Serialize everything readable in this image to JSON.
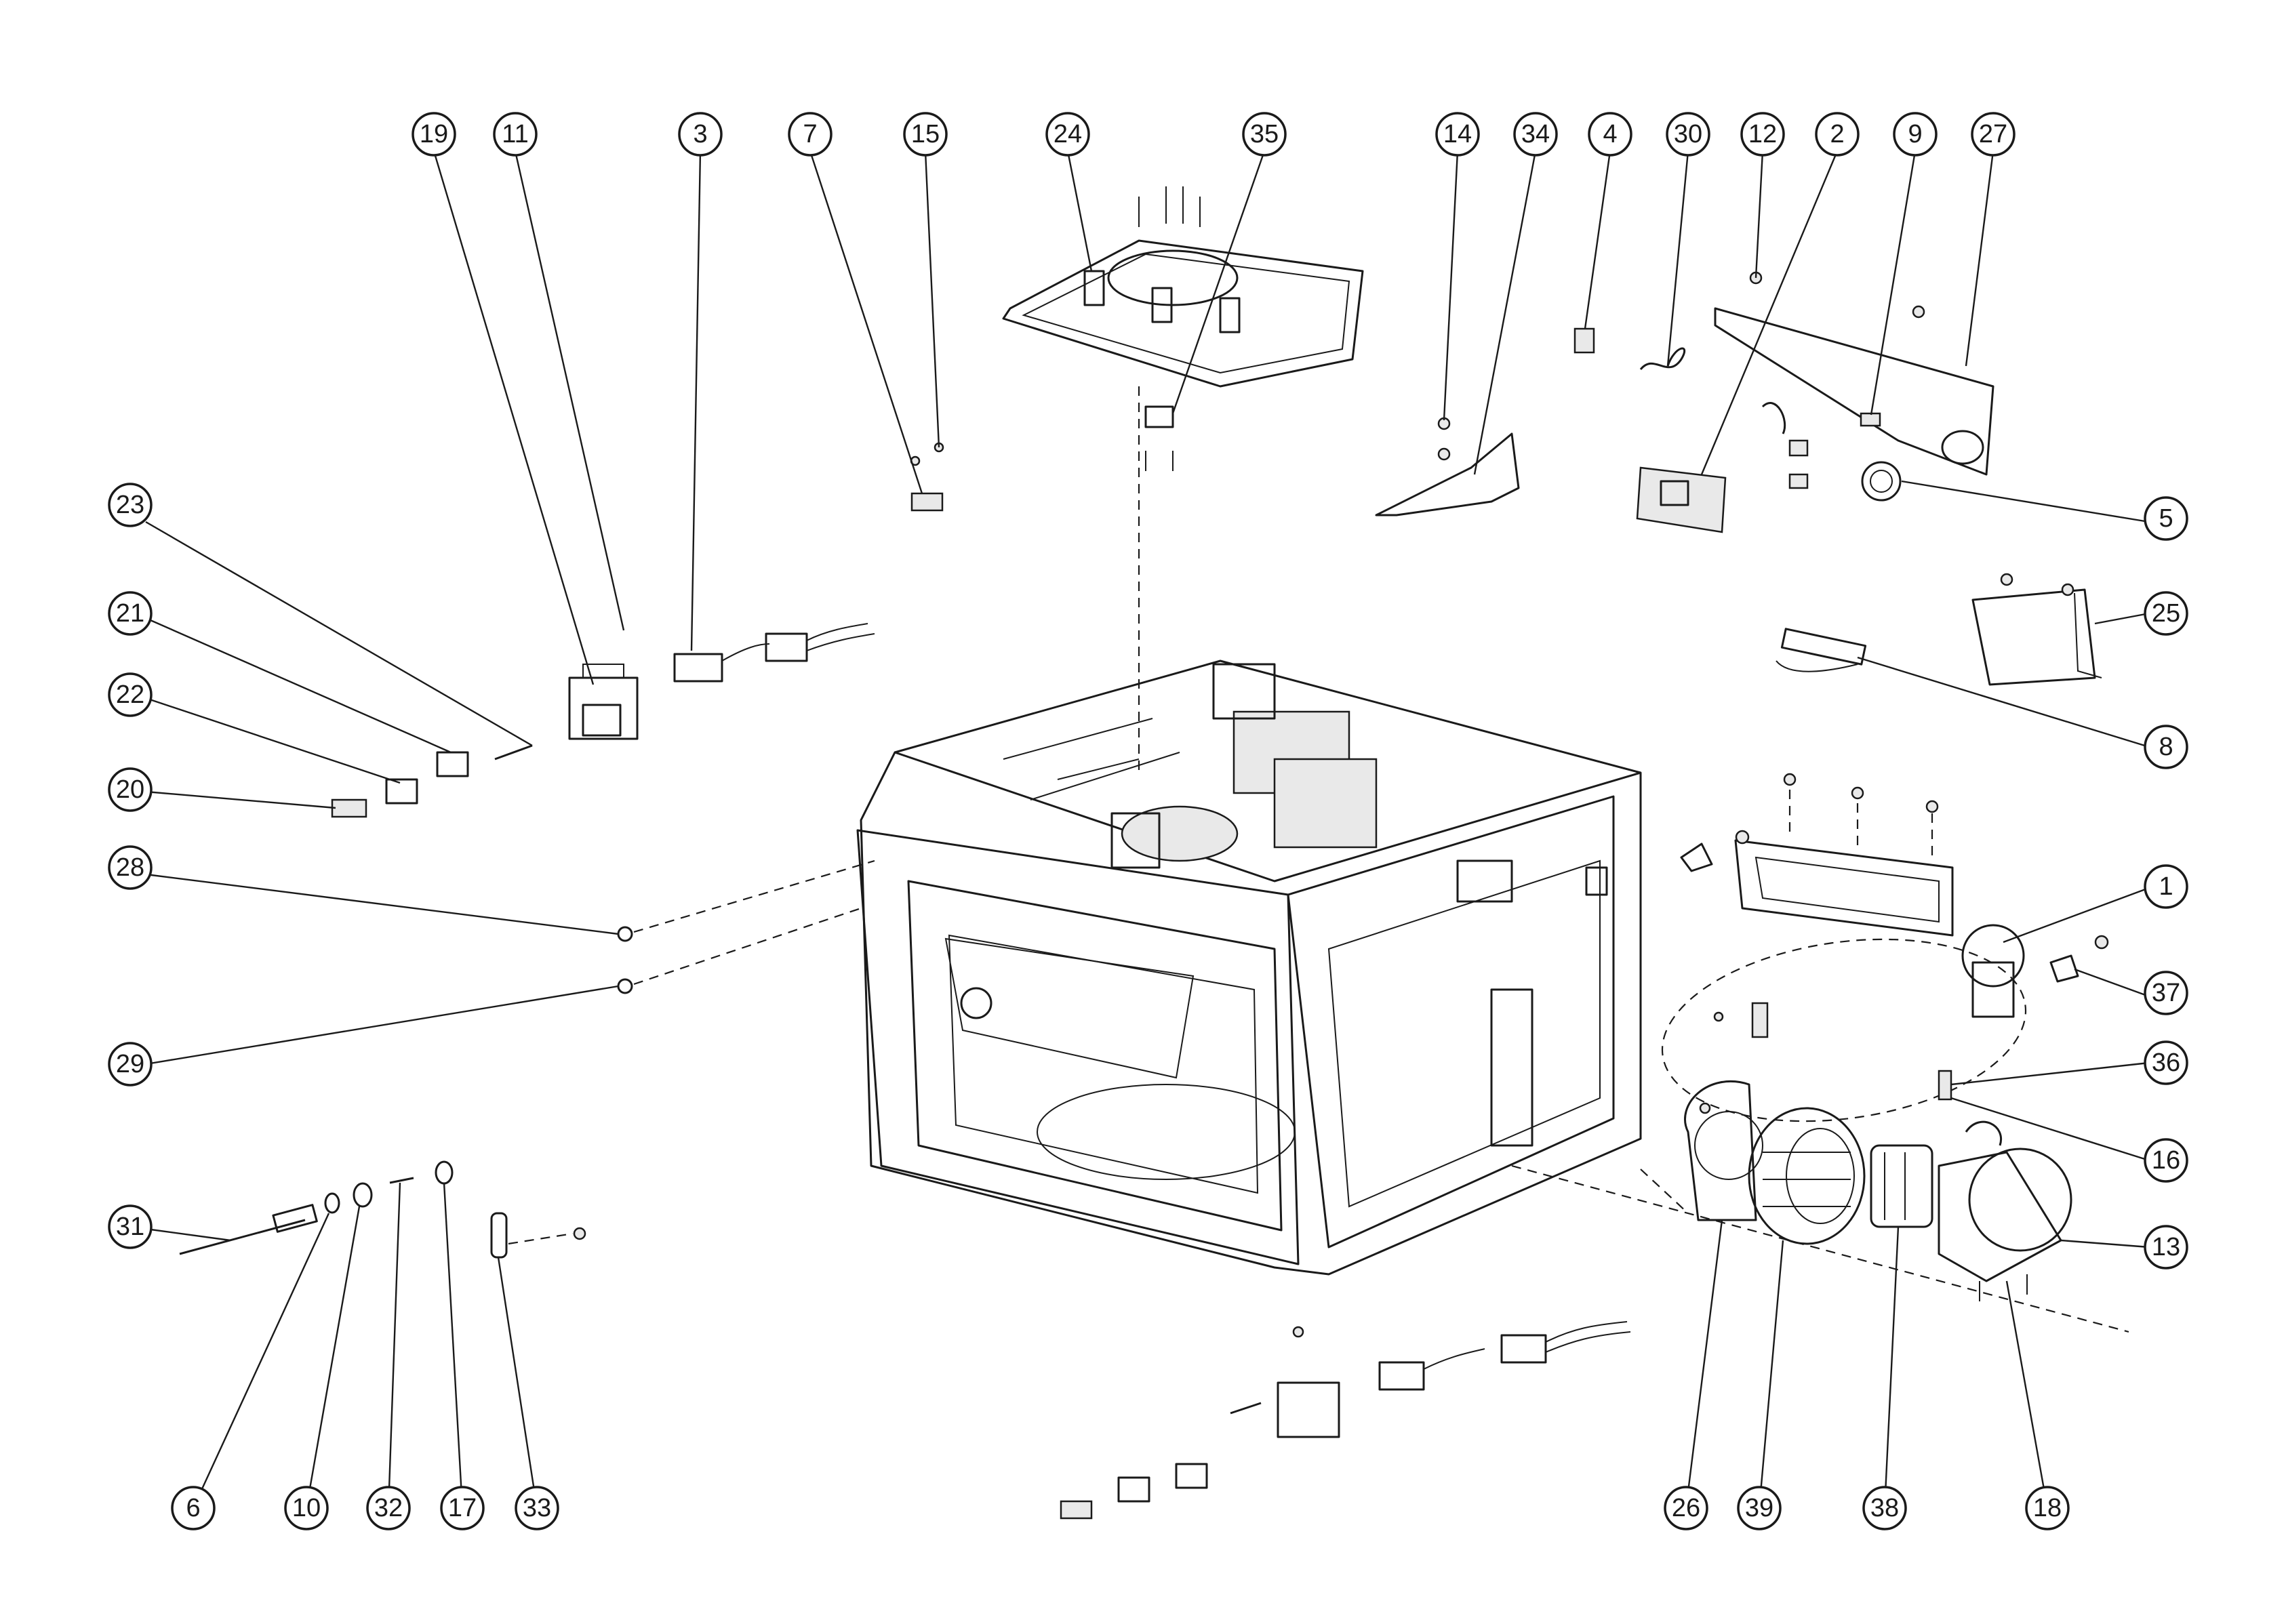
{
  "title": "",
  "callouts": [
    {
      "id": "c19",
      "label": "19"
    },
    {
      "id": "c11",
      "label": "11"
    },
    {
      "id": "c3",
      "label": "3"
    },
    {
      "id": "c7",
      "label": "7"
    },
    {
      "id": "c15",
      "label": "15"
    },
    {
      "id": "c24",
      "label": "24"
    },
    {
      "id": "c35",
      "label": "35"
    },
    {
      "id": "c14",
      "label": "14"
    },
    {
      "id": "c34",
      "label": "34"
    },
    {
      "id": "c4",
      "label": "4"
    },
    {
      "id": "c30",
      "label": "30"
    },
    {
      "id": "c12",
      "label": "12"
    },
    {
      "id": "c2",
      "label": "2"
    },
    {
      "id": "c9",
      "label": "9"
    },
    {
      "id": "c27",
      "label": "27"
    },
    {
      "id": "c23",
      "label": "23"
    },
    {
      "id": "c21",
      "label": "21"
    },
    {
      "id": "c22",
      "label": "22"
    },
    {
      "id": "c20",
      "label": "20"
    },
    {
      "id": "c28",
      "label": "28"
    },
    {
      "id": "c29",
      "label": "29"
    },
    {
      "id": "c5",
      "label": "5"
    },
    {
      "id": "c25",
      "label": "25"
    },
    {
      "id": "c8",
      "label": "8"
    },
    {
      "id": "c1",
      "label": "1"
    },
    {
      "id": "c37",
      "label": "37"
    },
    {
      "id": "c36",
      "label": "36"
    },
    {
      "id": "c16",
      "label": "16"
    },
    {
      "id": "c13",
      "label": "13"
    },
    {
      "id": "c31",
      "label": "31"
    },
    {
      "id": "c6",
      "label": "6"
    },
    {
      "id": "c10",
      "label": "10"
    },
    {
      "id": "c32",
      "label": "32"
    },
    {
      "id": "c17",
      "label": "17"
    },
    {
      "id": "c33",
      "label": "33"
    },
    {
      "id": "c26",
      "label": "26"
    },
    {
      "id": "c39",
      "label": "39"
    },
    {
      "id": "c38",
      "label": "38"
    },
    {
      "id": "c18",
      "label": "18"
    }
  ]
}
